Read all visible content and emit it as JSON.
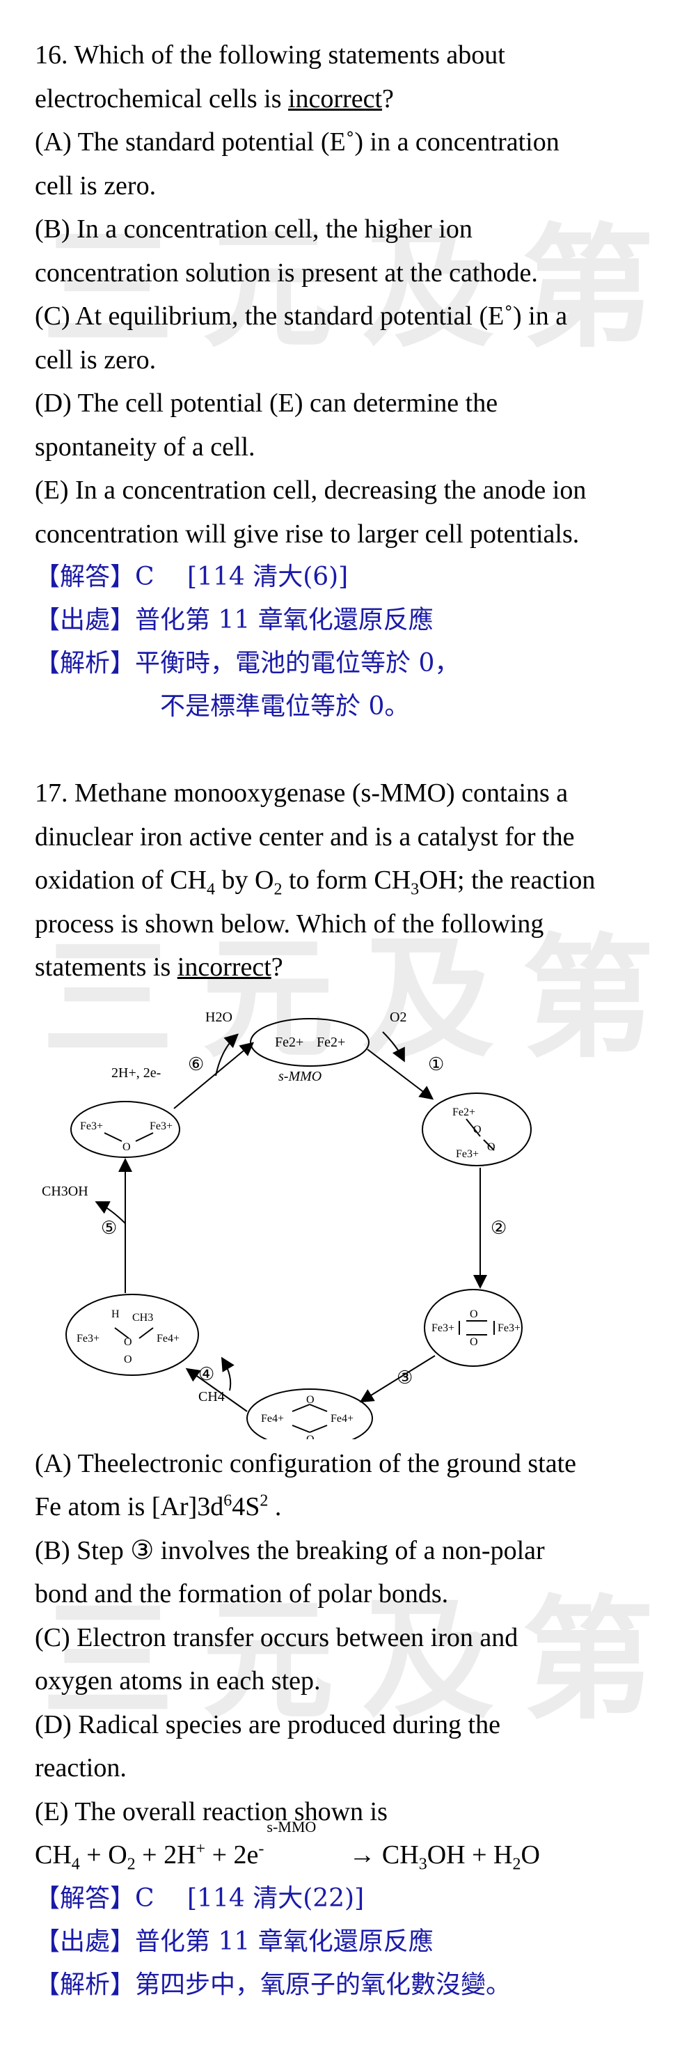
{
  "watermark": "三元及第",
  "q16": {
    "lines": [
      "16. Which of the following statements about",
      "electrochemical cells is ",
      "(A) The standard potential (E˚) in a concentration",
      "cell is zero.",
      "(B) In a concentration cell, the higher ion",
      "concentration solution is present at the cathode.",
      "(C) At equilibrium, the standard potential (E˚) in a",
      "cell is zero.",
      "(D) The cell potential (E) can determine the",
      "spontaneity of a cell.",
      "(E) In a concentration cell, decreasing the anode ion",
      "concentration will give rise to larger cell potentials."
    ],
    "incorrect_word": "incorrect",
    "q_mark": "?",
    "answer": "【解答】C　 [114 清大(6)]",
    "source": "【出處】普化第 11 章氧化還原反應",
    "explanation_1": "【解析】平衡時，電池的電位等於 0，",
    "explanation_2": "不是標準電位等於 0。"
  },
  "q17": {
    "lines": [
      "17. Methane monooxygenase (s-MMO) contains a",
      "dinuclear iron active center and is a catalyst for the",
      "oxidation of CH",
      "process is shown below. Which of the following",
      "statements is "
    ],
    "line3_rest_a": " by O",
    "line3_rest_b": " to form CH",
    "line3_rest_c": "OH; the reaction",
    "sub4": "4",
    "sub2": "2",
    "sub3": "3",
    "incorrect_word": "incorrect",
    "q_mark": "?",
    "figure": {
      "top_node": [
        "Fe2+",
        "Fe2+"
      ],
      "s_mmo": "s-MMO",
      "o2": "O2",
      "h2o": "H2O",
      "h_e": "2H+, 2e-",
      "ch3oh": "CH3OH",
      "ch4": "CH4",
      "steps": [
        "①",
        "②",
        "③",
        "④",
        "⑤",
        "⑥"
      ],
      "n1": [
        "Fe2+",
        "O",
        "O",
        "Fe3+"
      ],
      "n2": [
        "Fe3+",
        "O",
        "O",
        "Fe3+"
      ],
      "n3": [
        "Fe4+",
        "O",
        "O",
        "Fe4+"
      ],
      "n4": [
        "Fe3+",
        "H",
        "CH3",
        "O",
        "O",
        "Fe4+"
      ],
      "n5": [
        "Fe3+",
        "O",
        "Fe3+"
      ]
    },
    "optA_1": "(A) Theelectronic configuration of the ground state",
    "optA_2a": "Fe atom is [Ar]3d",
    "optA_sup6": "6",
    "optA_2b": "4S",
    "optA_sup2": "2",
    "optA_2c": " .",
    "optB_1": "(B) Step ③ involves the breaking of a non-polar",
    "optB_2": "bond and the formation of polar bonds.",
    "optC_1": "(C) Electron transfer occurs between iron and",
    "optC_2": "oxygen atoms in each step.",
    "optD_1": "(D) Radical species are produced during the",
    "optD_2": "reaction.",
    "optE_1": "(E) The overall reaction shown is",
    "eq": {
      "a": "CH",
      "a4": "4",
      "b": " + O",
      "b2": "2",
      "c": " + 2H",
      "cplus": "+",
      "d": " + 2e",
      "dminus": "-",
      "cat": "s-MMO",
      "arrow": "→",
      "e": "CH",
      "e3": "3",
      "f": "OH + H",
      "f2": "2",
      "g": "O"
    },
    "answer": "【解答】C　 [114 清大(22)]",
    "source": "【出處】普化第 11 章氧化還原反應",
    "explanation": "【解析】第四步中，氧原子的氧化數沒變。"
  }
}
